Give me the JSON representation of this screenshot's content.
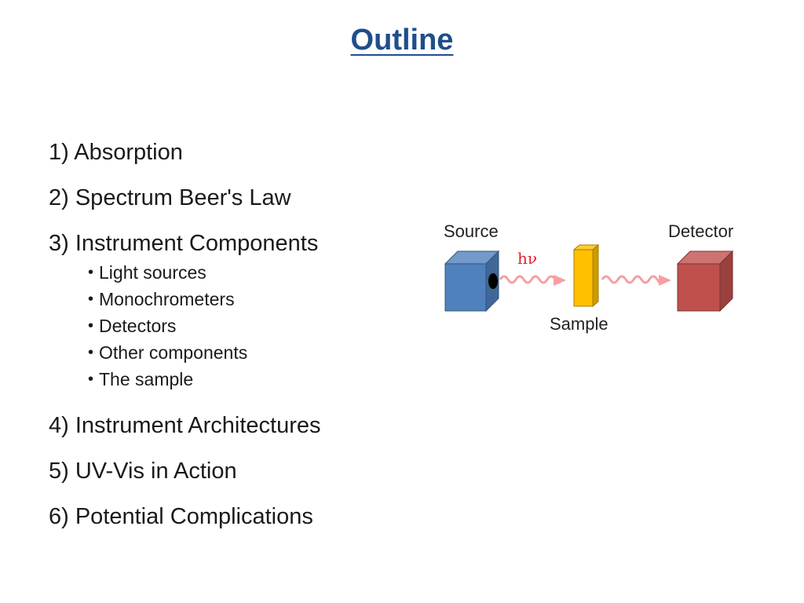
{
  "slide": {
    "title": "Outline"
  },
  "outline": {
    "items": [
      {
        "label": "1) Absorption"
      },
      {
        "label": "2) Spectrum Beer's Law"
      },
      {
        "label": "3) Instrument Components",
        "subitems": [
          "Light sources",
          "Monochrometers",
          "Detectors",
          "Other components",
          "The sample"
        ]
      },
      {
        "label": "4) Instrument Architectures"
      },
      {
        "label": "5) UV-Vis in Action"
      },
      {
        "label": "6) Potential Complications"
      }
    ]
  },
  "diagram": {
    "source_label": "Source",
    "detector_label": "Detector",
    "sample_label": "Sample",
    "photon_label": "hν",
    "colors": {
      "source": "#4f81bd",
      "sample": "#ffc000",
      "detector": "#c0504d",
      "wave": "#f4a0a0",
      "photon_text": "#e0202a",
      "title": "#1f4e8c"
    }
  }
}
